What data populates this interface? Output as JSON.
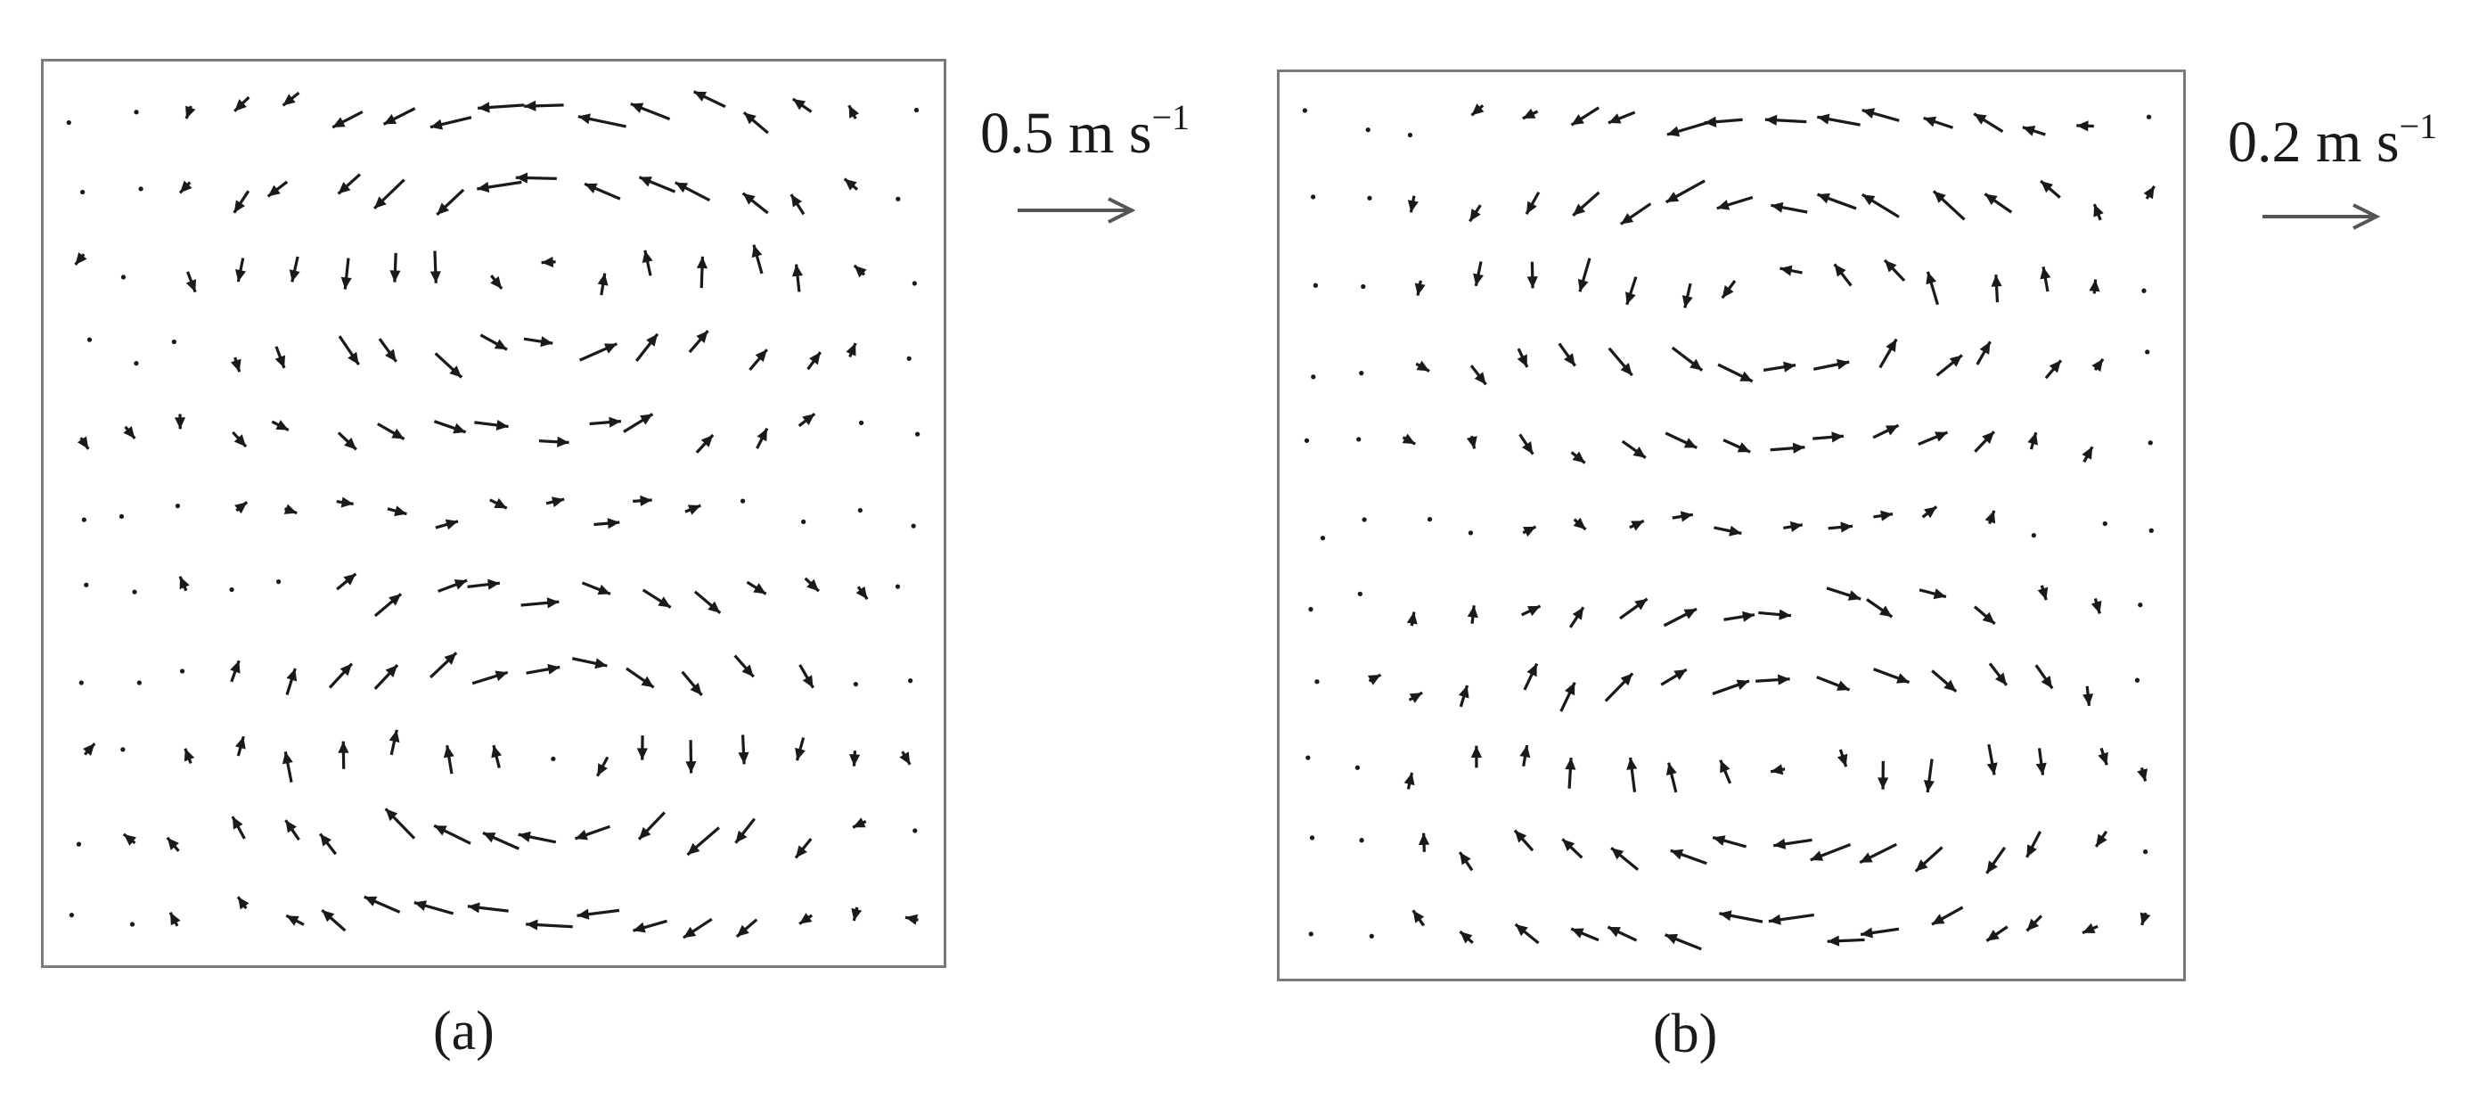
{
  "panels": [
    {
      "id": "a",
      "caption": "(a)",
      "scale_label": {
        "value": "0.5",
        "units": "m s",
        "exponent": "−1"
      },
      "pattern": "double",
      "arrow_color": "#1a1a1a"
    },
    {
      "id": "b",
      "caption": "(b)",
      "scale_label": {
        "value": "0.2",
        "units": "m s",
        "exponent": "−1"
      },
      "pattern": "double-weak",
      "arrow_color": "#1a1a1a"
    }
  ],
  "colors": {
    "frame": "#7a7a7a",
    "arrows": "#1a1a1a",
    "background": "#ffffff"
  }
}
